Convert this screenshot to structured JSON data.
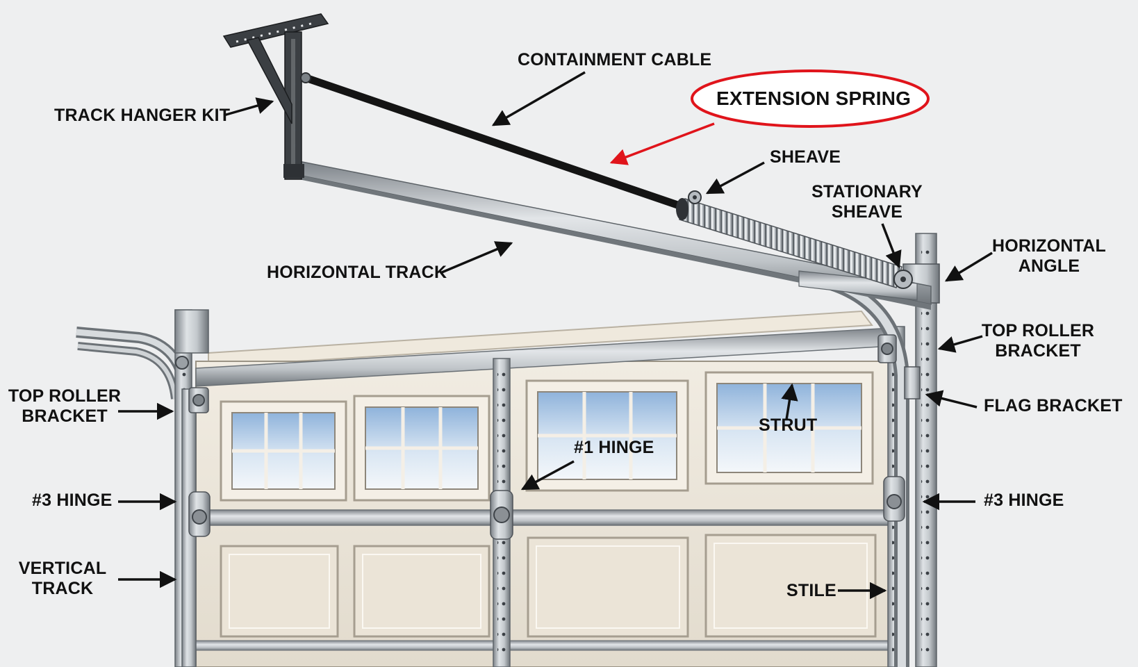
{
  "labels": {
    "containment_cable": "CONTAINMENT CABLE",
    "extension_spring": "EXTENSION SPRING",
    "track_hanger_kit": "TRACK HANGER KIT",
    "sheave": "SHEAVE",
    "stationary_sheave": "STATIONARY\nSHEAVE",
    "horizontal_angle": "HORIZONTAL\nANGLE",
    "horizontal_track": "HORIZONTAL TRACK",
    "top_roller_bracket_right": "TOP ROLLER\nBRACKET",
    "top_roller_bracket_left": "TOP ROLLER\nBRACKET",
    "flag_bracket": "FLAG BRACKET",
    "strut": "STRUT",
    "hinge_1": "#1 HINGE",
    "hinge_3_left": "#3 HINGE",
    "hinge_3_right": "#3 HINGE",
    "vertical_track": "VERTICAL\nTRACK",
    "stile": "STILE"
  },
  "colors": {
    "background": "#eeeff0",
    "highlight": "#e0141b",
    "text": "#111111",
    "door_panel": "#ece6da",
    "metal": "#b9bec3",
    "spring": "#9ea3a8",
    "cable": "#151515",
    "glass": "#bcd3ea"
  }
}
